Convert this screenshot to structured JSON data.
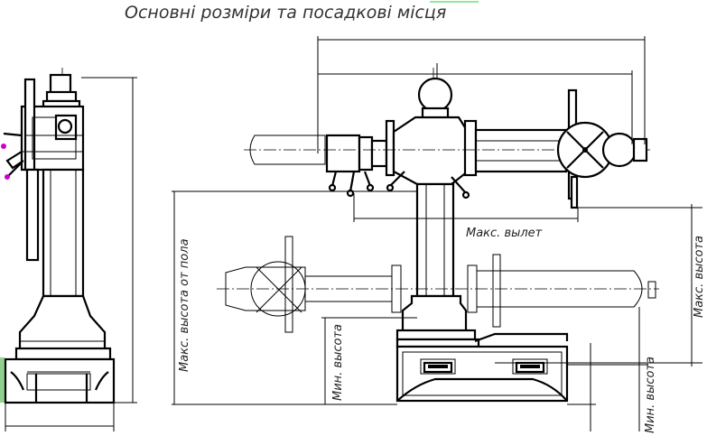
{
  "title": "Основні розміри та посадкові місця",
  "dimensions": {
    "max_reach": "Макс. вылет",
    "max_height_floor": "Макс. высота от пола",
    "min_height_left": "Мин. высота",
    "max_height_right": "Макс. высота",
    "min_height_right": "Мин. высота"
  }
}
